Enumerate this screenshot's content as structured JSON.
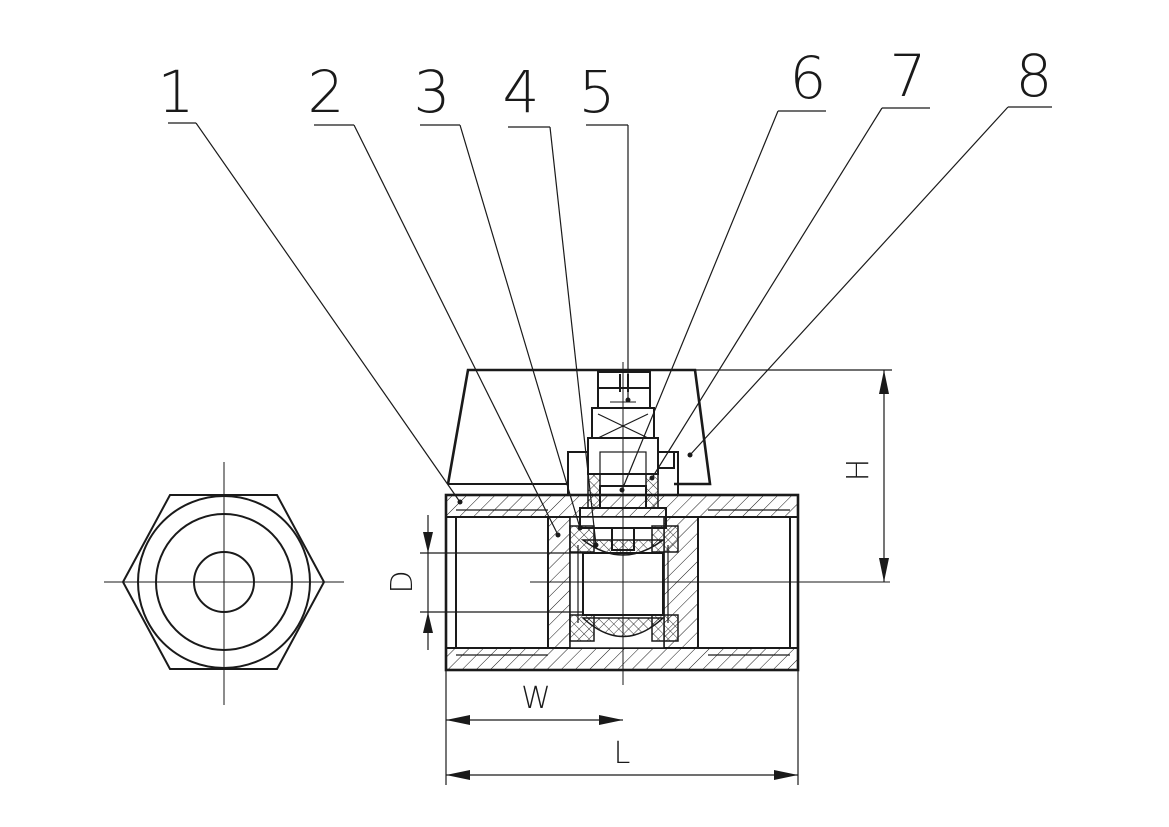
{
  "drawing": {
    "part_labels": [
      "1",
      "2",
      "3",
      "4",
      "5",
      "6",
      "7",
      "8"
    ],
    "dimension_labels": {
      "diameter": "D",
      "height": "H",
      "width": "W",
      "length": "L"
    },
    "line_color": "#1a1a1a",
    "background": "#ffffff"
  }
}
